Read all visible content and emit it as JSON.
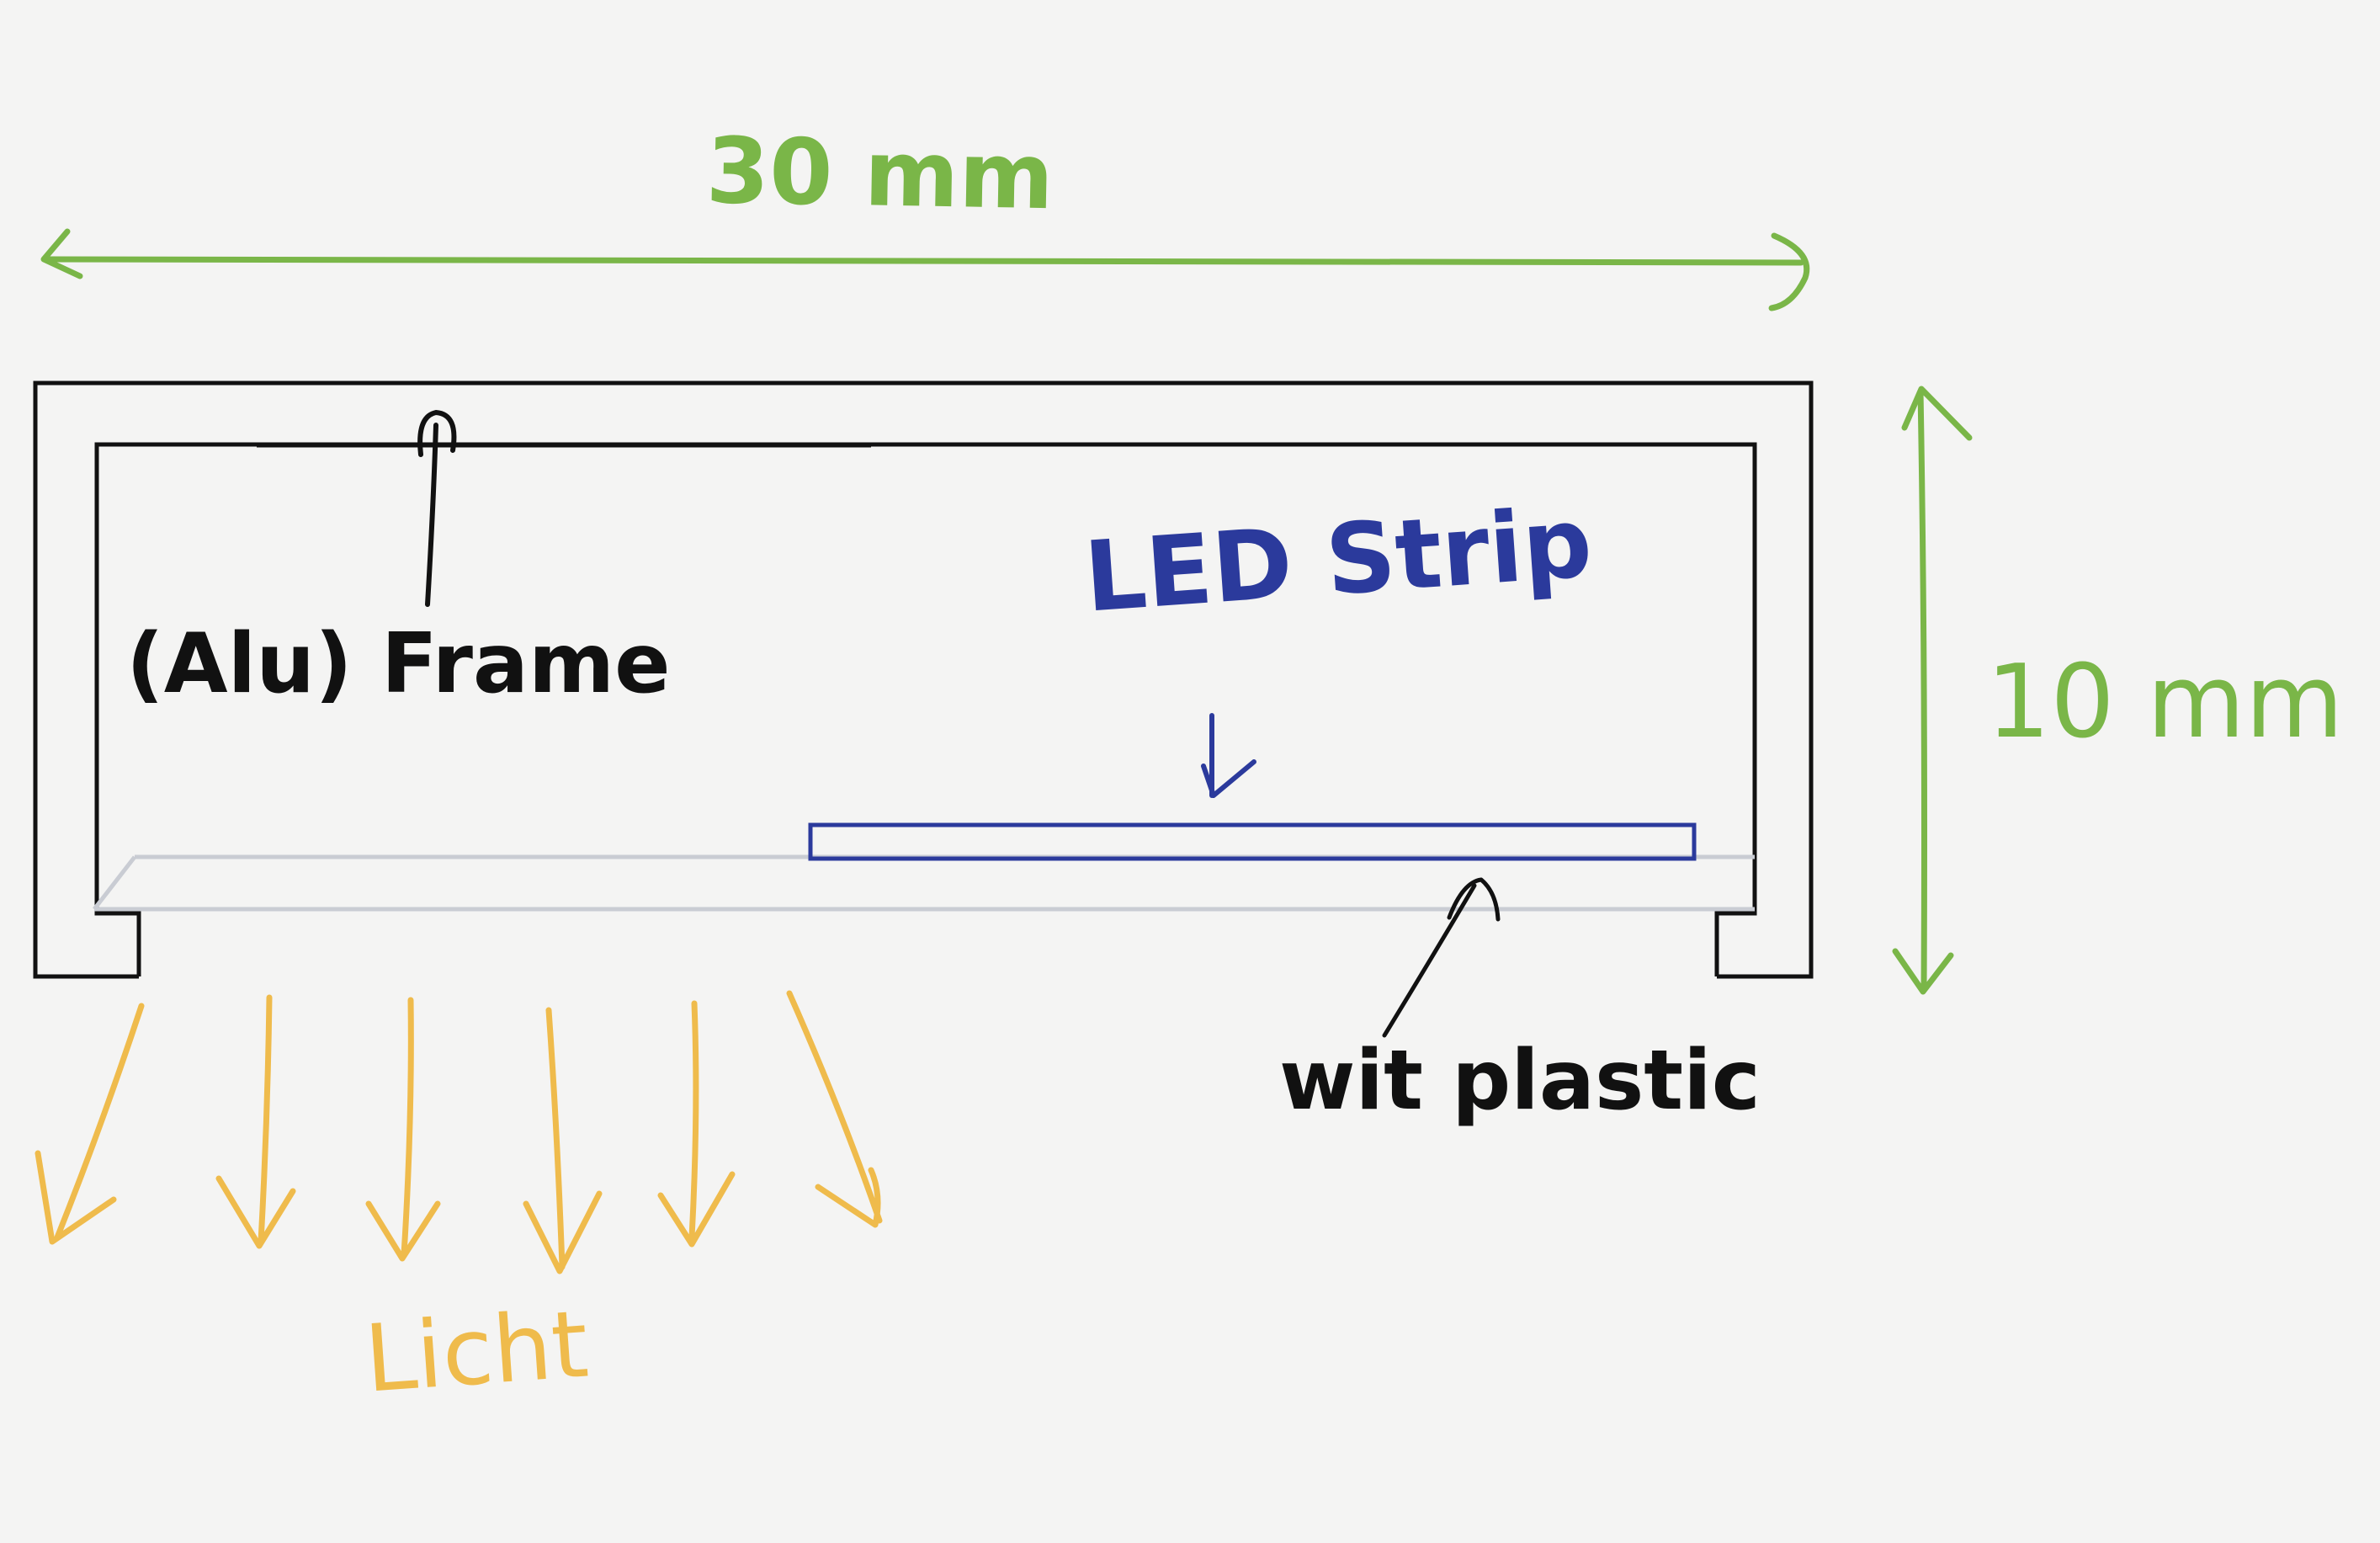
{
  "colors": {
    "background": "#f4f4f3",
    "dimension": "#7ab648",
    "frame": "#111111",
    "led": "#2b3a9c",
    "plastic": "#c9ccd3",
    "light": "#efbb4c"
  },
  "labels": {
    "width": "30 mm",
    "height": "10 mm",
    "frame": "(Alu) Frame",
    "led_strip": "LED Strip",
    "plastic": "wit plastic",
    "light": "Licht"
  }
}
